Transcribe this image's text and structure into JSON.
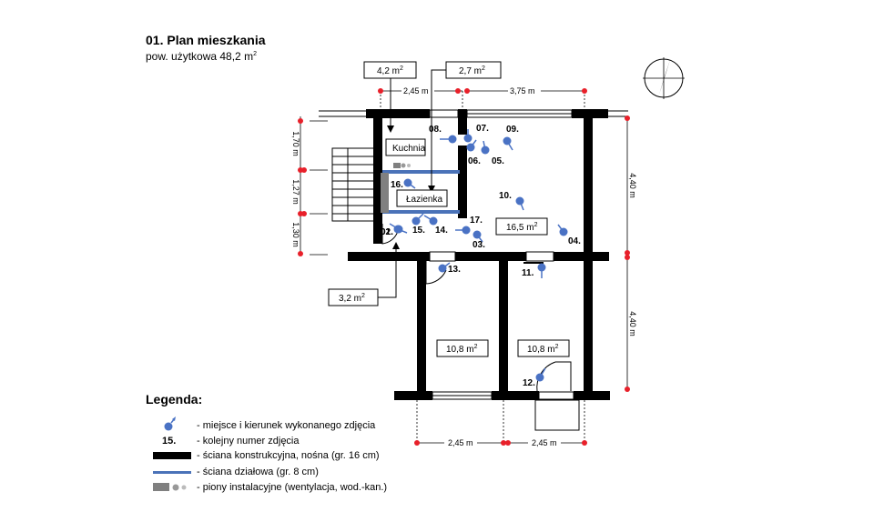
{
  "title": "01. Plan mieszkania",
  "subtitle": {
    "text": "pow. użytkowa 48,2 m",
    "sup": "2"
  },
  "compass": {
    "icon": "north-arrow-icon"
  },
  "colors": {
    "wall": "#000000",
    "partition": "#4a72b8",
    "photo_marker": "#4a72c4",
    "installation": "#808080"
  },
  "rooms": [
    {
      "id": "kuchnia",
      "label": "Kuchnia"
    },
    {
      "id": "lazienka",
      "label": "Łazienka"
    }
  ],
  "callouts": [
    {
      "id": "c1",
      "value": "4,2 m",
      "sup": "2"
    },
    {
      "id": "c2",
      "value": "2,7 m",
      "sup": "2"
    },
    {
      "id": "c3",
      "value": "3,2 m",
      "sup": "2"
    }
  ],
  "room_areas": [
    {
      "id": "a1",
      "value": "16,5 m",
      "sup": "2"
    },
    {
      "id": "a2",
      "value": "10,8 m",
      "sup": "2"
    },
    {
      "id": "a3",
      "value": "10,8 m",
      "sup": "2"
    }
  ],
  "dimensions": {
    "top": [
      "2,45 m",
      "3,75 m"
    ],
    "bottom": [
      "2,45 m",
      "2,45 m"
    ],
    "left": [
      "1,70 m",
      "1,27 m",
      "1,30 m"
    ],
    "right": [
      "4,40 m",
      "4,40 m"
    ]
  },
  "photos": [
    "01.",
    "02.",
    "03.",
    "04.",
    "05.",
    "06.",
    "07.",
    "08.",
    "09.",
    "10.",
    "11.",
    "12.",
    "13.",
    "14.",
    "15.",
    "16.",
    "17."
  ],
  "legend": {
    "title": "Legenda:",
    "items": [
      {
        "symbol": "photo-marker-icon",
        "symbol_text": "",
        "text": "- miejsce i kierunek wykonanego zdjęcia"
      },
      {
        "symbol": "photo-number",
        "symbol_text": "15.",
        "text": "- kolejny numer zdjęcia"
      },
      {
        "symbol": "bearing-wall-line",
        "symbol_text": "",
        "text": "- ściana konstrukcyjna, nośna  (gr. 16 cm)"
      },
      {
        "symbol": "partition-wall-line",
        "symbol_text": "",
        "text": "- ściana działowa (gr. 8 cm)"
      },
      {
        "symbol": "installation-riser-icon",
        "symbol_text": "",
        "text": "- piony instalacyjne (wentylacja, wod.-kan.)"
      }
    ]
  }
}
